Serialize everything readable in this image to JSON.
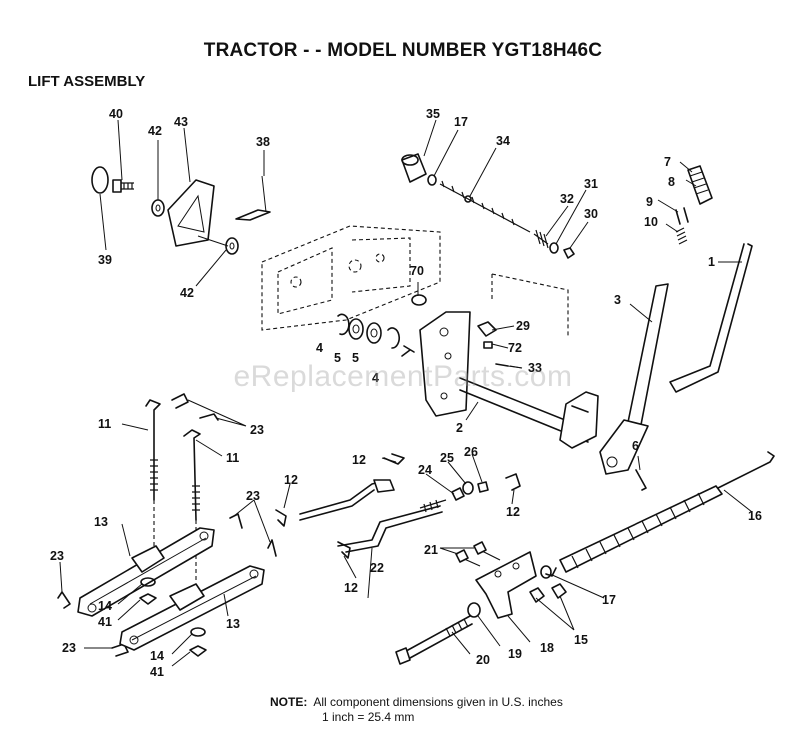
{
  "header": {
    "title": "TRACTOR - - MODEL NUMBER YGT18H46C",
    "section": "LIFT ASSEMBLY"
  },
  "watermark": "eReplacementParts.com",
  "note": {
    "label": "NOTE:",
    "line1": "All component dimensions given in U.S. inches",
    "line2": "1 inch = 25.4 mm"
  },
  "callouts": {
    "c40": "40",
    "c42a": "42",
    "c43": "43",
    "c38": "38",
    "c39": "39",
    "c42b": "42",
    "c35": "35",
    "c17a": "17",
    "c34": "34",
    "c32": "32",
    "c31": "31",
    "c30": "30",
    "c70": "70",
    "c29": "29",
    "c72": "72",
    "c33": "33",
    "c4a": "4",
    "c5a": "5",
    "c5b": "5",
    "c4b": "4",
    "c7": "7",
    "c8": "8",
    "c9": "9",
    "c10": "10",
    "c1": "1",
    "c3": "3",
    "c2": "2",
    "c6": "6",
    "c11a": "11",
    "c11b": "11",
    "c23a": "23",
    "c23b": "23",
    "c23c": "23",
    "c23d": "23",
    "c12a": "12",
    "c12b": "12",
    "c12c": "12",
    "c12d": "12",
    "c24": "24",
    "c25": "25",
    "c26": "26",
    "c16": "16",
    "c13a": "13",
    "c13b": "13",
    "c14a": "14",
    "c14b": "14",
    "c41a": "41",
    "c41b": "41",
    "c22": "22",
    "c21": "21",
    "c17b": "17",
    "c15": "15",
    "c18": "18",
    "c19": "19",
    "c20": "20"
  }
}
